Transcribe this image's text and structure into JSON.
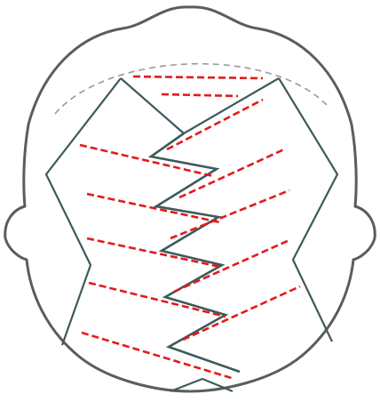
{
  "diagram": {
    "subject": "head-top-view",
    "colors": {
      "outline": "#5c5c5c",
      "zigzag": "#3d5a5c",
      "stitch": "#e21b1b",
      "arc": "#9a9a9a",
      "background": "#ffffff"
    },
    "stitch_count": 12,
    "zigzag_vertex_count": 16
  }
}
